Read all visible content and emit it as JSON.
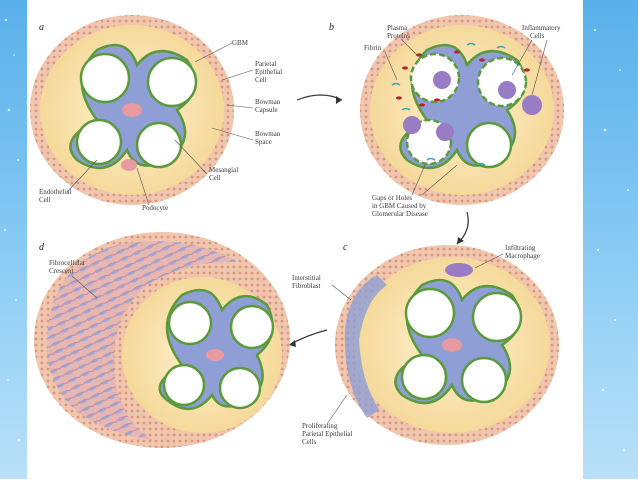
{
  "panels": [
    {
      "letter": "a",
      "labels": [
        "GBM",
        "Parietal",
        "Epithelial",
        "Cell",
        "Bowman",
        "Capsule",
        "Bowman",
        "Space",
        "Mesangial",
        "Cell",
        "Endothelial",
        "Cell",
        "Podocyte"
      ]
    },
    {
      "letter": "b",
      "labels": [
        "Plasma",
        "Proteins",
        "Inflammatory",
        "Cells",
        "Fibrin",
        "Gaps or Holes",
        "in GBM Caused by",
        "Glomerular Disease"
      ]
    },
    {
      "letter": "c",
      "labels": [
        "Infiltrating",
        "Macrophage",
        "Interstitial",
        "Fibroblast",
        "Proliferating",
        "Parietal Epithelial",
        "Cells"
      ]
    },
    {
      "letter": "d",
      "labels": [
        "Fibrocellular",
        "Crescent"
      ]
    }
  ],
  "colors": {
    "background_gradient_top": "#5ab0ea",
    "background_gradient_bottom": "#b9e0f8",
    "capsule_fill": "#fbe7b5",
    "capsule_wall": "#e8b9a0",
    "gbm_green": "#5a9a3a",
    "mesangial_blue": "#8f9fd6",
    "podocyte_pink": "#e79aa0",
    "fibrin_teal": "#3aa6b8",
    "rbc_red": "#b0282a",
    "inflammatory_purple": "#9a7cc4"
  }
}
